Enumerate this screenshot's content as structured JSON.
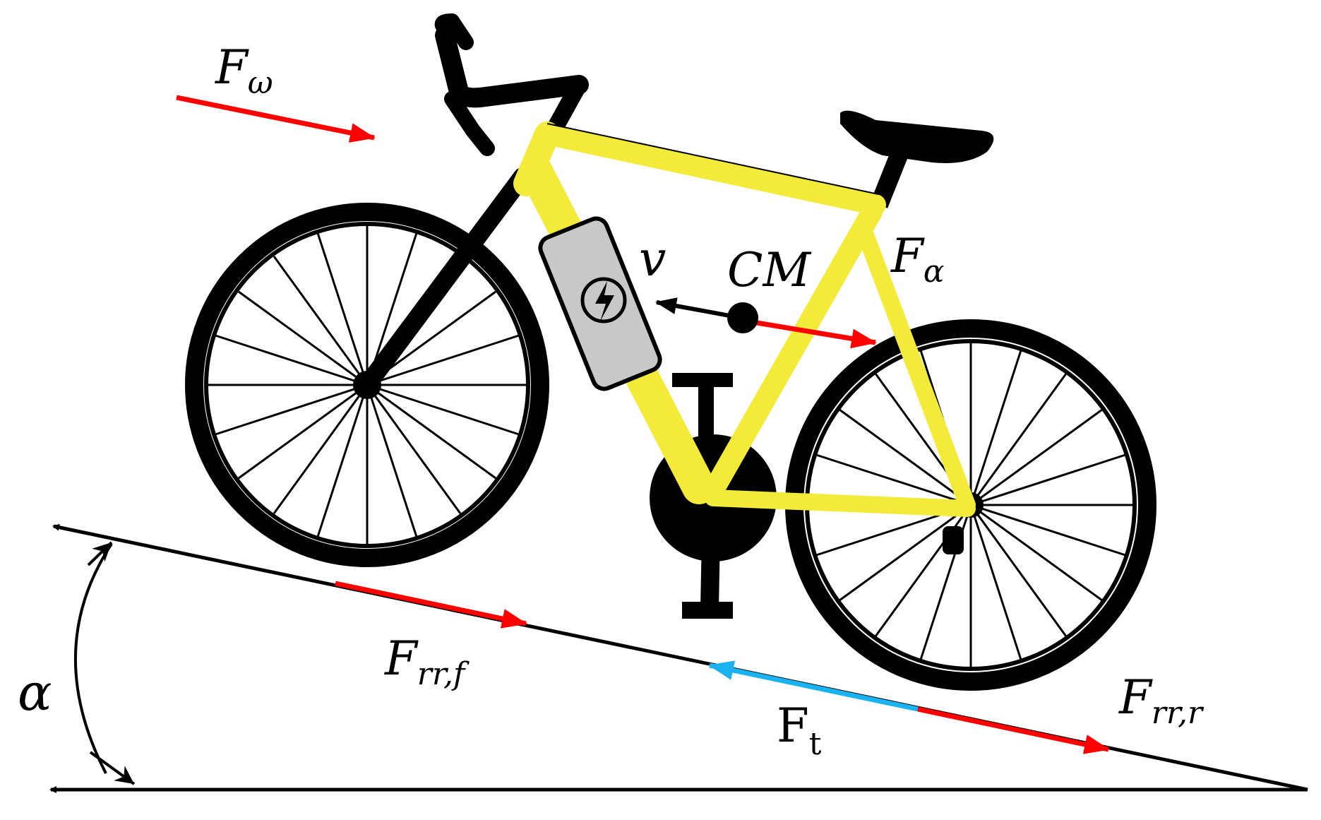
{
  "labels": {
    "wind_main": "F",
    "wind_sub": "ω",
    "aero_main": "F",
    "aero_sub": "α",
    "velocity": "v",
    "center_of_mass": "CM",
    "rr_front_main": "F",
    "rr_front_sub": "rr,f",
    "rr_rear_main": "F",
    "rr_rear_sub": "rr,r",
    "traction_main": "F",
    "traction_sub": "t",
    "angle": "α"
  },
  "colors": {
    "force_red": "#ff0000",
    "traction_blue": "#1ab2f0",
    "frame_yellow": "#f4ea3a",
    "battery_gray": "#c8c8c8",
    "ink": "#000000"
  },
  "icons": {
    "battery_symbol": "lightning-bolt-icon"
  }
}
